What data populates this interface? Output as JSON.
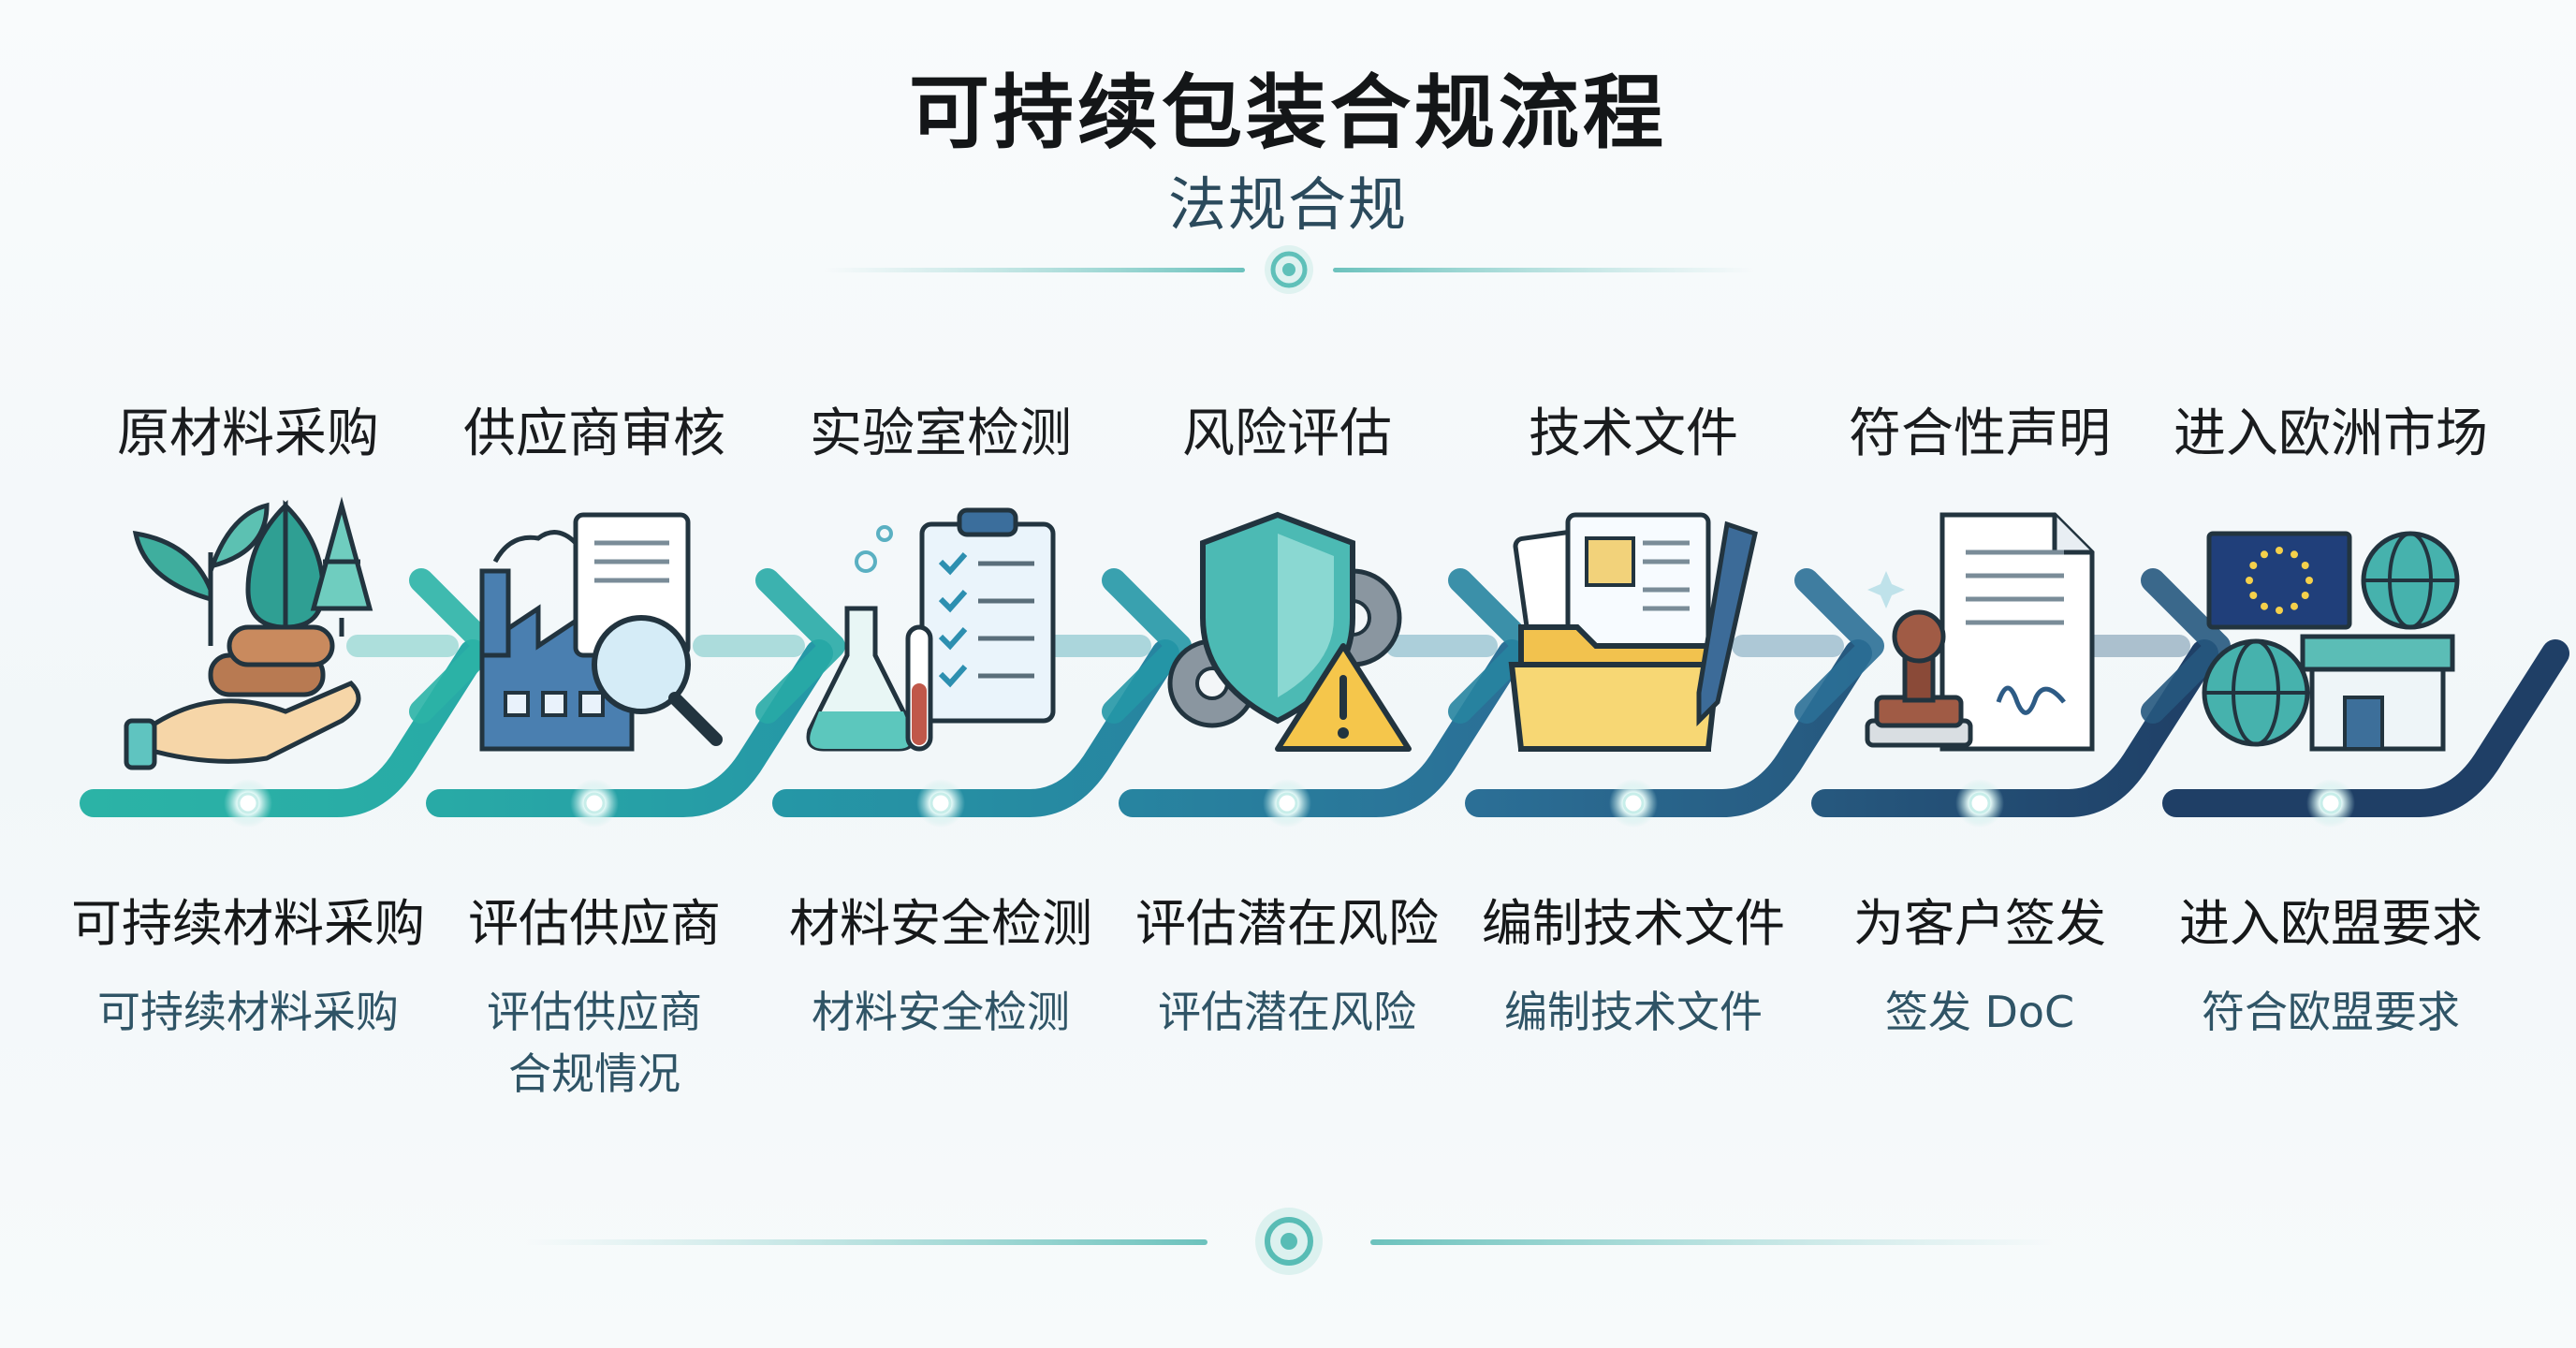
{
  "header": {
    "title": "可持续包装合规流程",
    "subtitle": "法规合规"
  },
  "colors": {
    "teal": "#2bb3a6",
    "teal_dark": "#1f8f9a",
    "blue": "#2d6f96",
    "navy": "#1f3f66",
    "glow": "#d8f1ef"
  },
  "steps": [
    {
      "label": "原材料采购",
      "title": "可持续材料采购",
      "desc": [
        "可持续材料采购"
      ],
      "icon": "sprouts-hands-icon",
      "color": "#2bb3a6"
    },
    {
      "label": "供应商审核",
      "title": "评估供应商",
      "desc": [
        "评估供应商",
        "合规情况"
      ],
      "icon": "factory-magnifier-icon",
      "color": "#28aaa6"
    },
    {
      "label": "实验室检测",
      "title": "材料安全检测",
      "desc": [
        "材料安全检测"
      ],
      "icon": "flask-checklist-icon",
      "color": "#2597a6"
    },
    {
      "label": "风险评估",
      "title": "评估潜在风险",
      "desc": [
        "评估潜在风险"
      ],
      "icon": "shield-warning-icon",
      "color": "#2784a0"
    },
    {
      "label": "技术文件",
      "title": "编制技术文件",
      "desc": [
        "编制技术文件"
      ],
      "icon": "folder-documents-icon",
      "color": "#2b6f96"
    },
    {
      "label": "符合性声明",
      "title": "为客户签发",
      "desc": [
        "签发 DoC"
      ],
      "icon": "stamp-declaration-icon",
      "color": "#26587e"
    },
    {
      "label": "进入欧洲市场",
      "title": "进入欧盟要求",
      "desc": [
        "符合欧盟要求"
      ],
      "icon": "eu-flag-globe-shop-icon",
      "color": "#1f3f66"
    }
  ]
}
